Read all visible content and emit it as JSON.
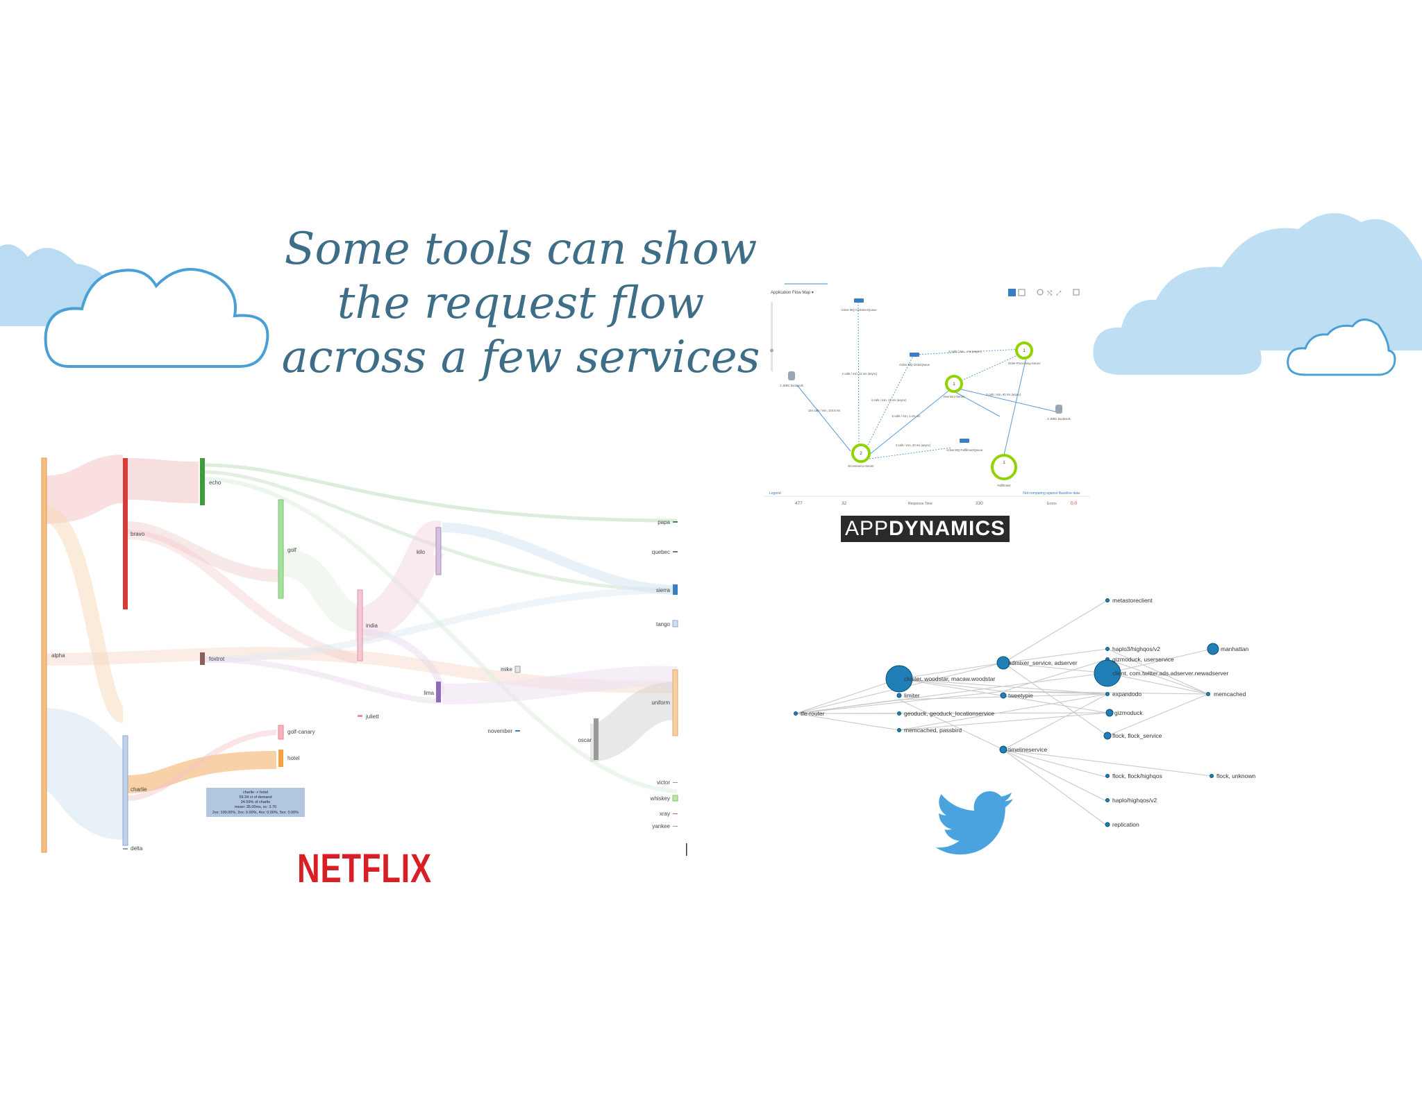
{
  "slide": {
    "title_lines": [
      "Some tools can show",
      "the request flow",
      "across a few services"
    ]
  },
  "colors": {
    "title": "#3e6e87",
    "cloud_fill": "#b9dcf2",
    "cloud_outline": "#4aa0d5",
    "netflix_red": "#d81f26",
    "twitter_blue": "#4aa3df",
    "appd_green": "#8fd400"
  },
  "logos": {
    "appdynamics": {
      "thin": "APP",
      "bold": "DYNAMICS"
    },
    "netflix": "NETFLIX",
    "twitter_icon": "twitter-bird-icon"
  },
  "netflix_sankey": {
    "nodes": {
      "alpha": "alpha",
      "bravo": "bravo",
      "charlie": "charlie",
      "delta": "delta",
      "echo": "echo",
      "foxtrot": "foxtrot",
      "golf": "golf",
      "golf_canary": "golf-canary",
      "hotel": "hotel",
      "india": "india",
      "juliett": "juliett",
      "kilo": "kilo",
      "lima": "lima",
      "mike": "mike",
      "november": "november",
      "oscar": "oscar",
      "papa": "papa",
      "quebec": "quebec",
      "sierra": "sierra",
      "tango": "tango",
      "uniform": "uniform",
      "victor": "victor",
      "whiskey": "whiskey",
      "xray": "xray",
      "yankee": "yankee"
    },
    "tooltip": [
      "charlie -> hotel",
      "59.34 ct of demand",
      "24.59% of charlie",
      "mean: 35.00ms, sc: 3.70",
      "2xx: 100.00%, 3xx: 0.00%, 4xx: 0.00%, 5xx: 0.00%"
    ]
  },
  "appdynamics_map": {
    "header": "Application Flow Map ▾",
    "nodes": {
      "customer_queue": "Active MQ-CustomerQueue",
      "order_queue": "Active MQ-OrderQueue",
      "order_server": "Order-Processing-Server",
      "inventory_server": "Inventory-Server",
      "ecommerce_server": "ECommerce-Server",
      "fulfillment_queue": "Active MQ-FulfillmentQueue",
      "fulfillment": "Fulfillment",
      "jdbc_left": "2 JDBC backends",
      "jdbc_right": "2 JDBC backends"
    },
    "edge_labels": {
      "e1": "2 calls / min, 12 ms (async)",
      "e2": "4 calls / min, 13 ms (async)",
      "e3": "6 calls / min, 1.4% ms",
      "e4": "154 calls / min, 103.5 ms",
      "e5": "4 calls / min, 20 ms (async)",
      "e6": "6 calls / min, - ms (async)",
      "e7": "3 calls / min, 60 ms (async)"
    },
    "node_counts": {
      "order": "1",
      "inventory": "1",
      "ecommerce": "2",
      "fulfillment": "1"
    },
    "footer_left": "Legend",
    "footer_right": "Not comparing against Baseline data",
    "stats": {
      "s1": "477",
      "s2": "32",
      "s3": "Response Time",
      "s4": "330",
      "s5": "Errors",
      "s6": "0.0"
    }
  },
  "twitter_graph": {
    "nodes": {
      "metastoreclient": "metastoreclient",
      "haplo3": "haplo3/highqos/v2",
      "manhattan": "manhattan",
      "gizmoduck_user": "gizmoduck, userservice",
      "adserver": "client, com.twitter.ads.adserver.newadserver",
      "memcached": "memcached",
      "admixer": "admixer_service, adserver",
      "woodstar": "cluster, woodstar, macaw.woodstar",
      "limiter": "limiter",
      "tweetypie": "tweetypie",
      "expandodo": "expandodo",
      "tfe": "tfe-router",
      "geoduck": "geoduck, geoduck_locationservice",
      "gizmoduck": "gizmoduck",
      "memcached_passbird": "memcached, passbird",
      "flock_service": "flock, flock_service",
      "timelineservice": "timelineservice",
      "flock_highqos": "flock, flock/highqos",
      "flock_unknown": "flock, unknown",
      "haplo_v2": "haplo/highqos/v2",
      "replication": "replication"
    }
  }
}
